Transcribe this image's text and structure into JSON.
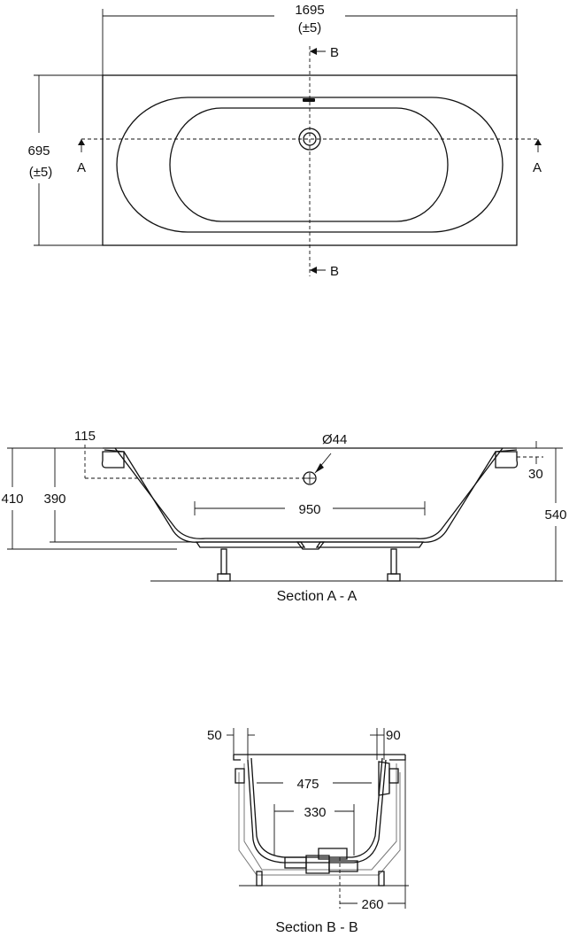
{
  "plan": {
    "length": "1695",
    "length_tol": "(±5)",
    "width": "695",
    "width_tol": "(±5)",
    "section_a_label": "A",
    "section_b_label": "B"
  },
  "section_aa": {
    "dim_115": "115",
    "dim_44": "Ø44",
    "dim_410": "410",
    "dim_390": "390",
    "dim_950": "950",
    "dim_30": "30",
    "dim_540": "540",
    "caption": "Section A - A"
  },
  "section_bb": {
    "dim_50": "50",
    "dim_90": "90",
    "dim_475": "475",
    "dim_330": "330",
    "dim_260": "260",
    "caption": "Section B - B"
  }
}
